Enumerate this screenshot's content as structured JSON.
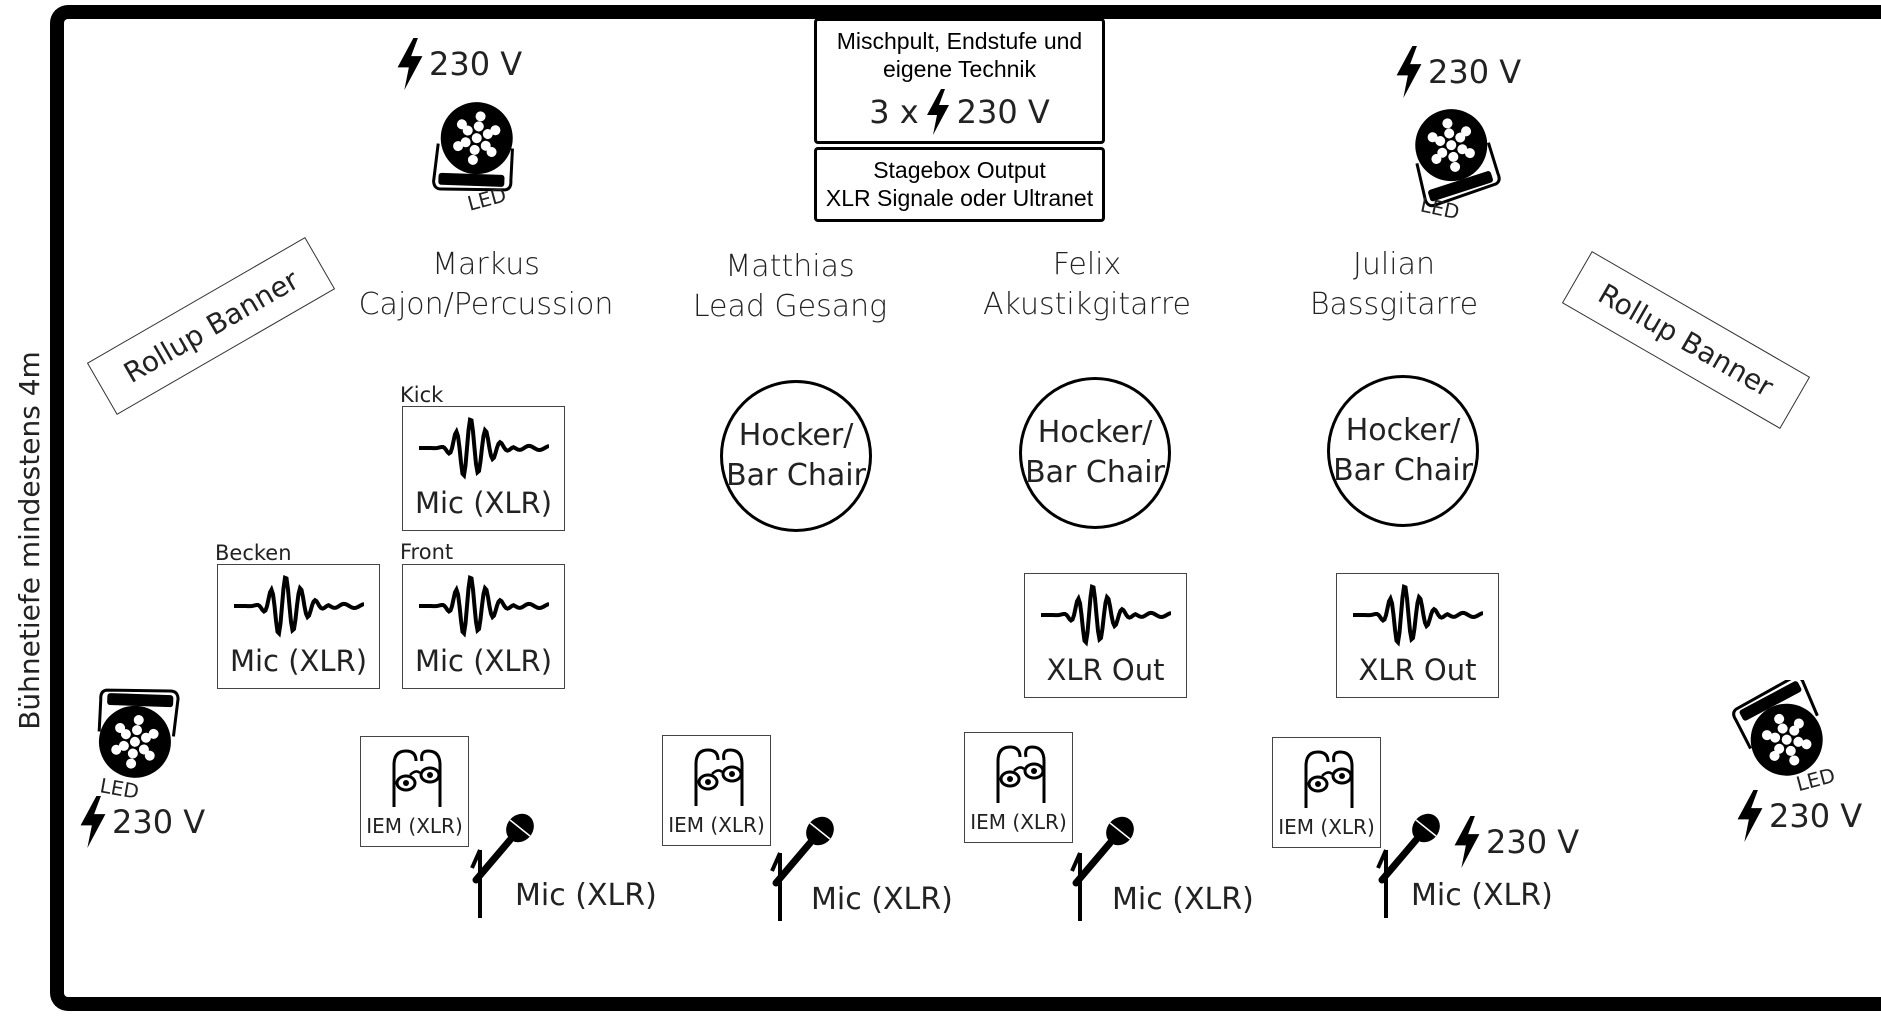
{
  "depth_label": "Bühnetiefe  mindestens 4m",
  "tech_box": {
    "line1": "Mischpult, Endstufe und",
    "line2": "eigene Technik",
    "count": "3 x",
    "voltage": "230 V"
  },
  "stagebox": {
    "line1": "Stagebox Output",
    "line2": "XLR Signale oder Ultranet"
  },
  "banners": [
    "Rollup Banner",
    "Rollup Banner"
  ],
  "musicians": [
    {
      "name": "Markus",
      "role": "Cajon/Percussion"
    },
    {
      "name": "Matthias",
      "role": "Lead Gesang"
    },
    {
      "name": "Felix",
      "role": "Akustikgitarre"
    },
    {
      "name": "Julian",
      "role": "Bassgitarre"
    }
  ],
  "chairs": [
    {
      "line1": "Hocker/",
      "line2": "Bar Chair"
    },
    {
      "line1": "Hocker/",
      "line2": "Bar Chair"
    },
    {
      "line1": "Hocker/",
      "line2": "Bar Chair"
    }
  ],
  "di_boxes": [
    {
      "top_label": "Kick",
      "label": "Mic (XLR)"
    },
    {
      "top_label": "Becken",
      "label": "Mic (XLR)"
    },
    {
      "top_label": "Front",
      "label": "Mic (XLR)"
    },
    {
      "top_label": "",
      "label": "XLR Out"
    },
    {
      "top_label": "",
      "label": "XLR Out"
    }
  ],
  "iem_label": "IEM (XLR)",
  "mic_label": "Mic (XLR)",
  "voltage_label": "230 V",
  "led_label": "LED"
}
